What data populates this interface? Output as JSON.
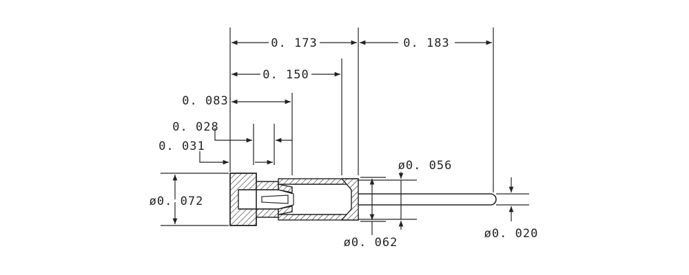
{
  "drawing": {
    "dimensions": {
      "d_0173": "0. 173",
      "d_0183": "0. 183",
      "d_0150": "0. 150",
      "d_0083": "0. 083",
      "d_0028": "0. 028",
      "d_0031": "0. 031",
      "dia_0072": "ø0. 072",
      "dia_0056": "ø0. 056",
      "dia_0062": "ø0. 062",
      "dia_0020": "ø0. 020"
    },
    "colors": {
      "line": "#222222",
      "background": "#ffffff"
    }
  }
}
